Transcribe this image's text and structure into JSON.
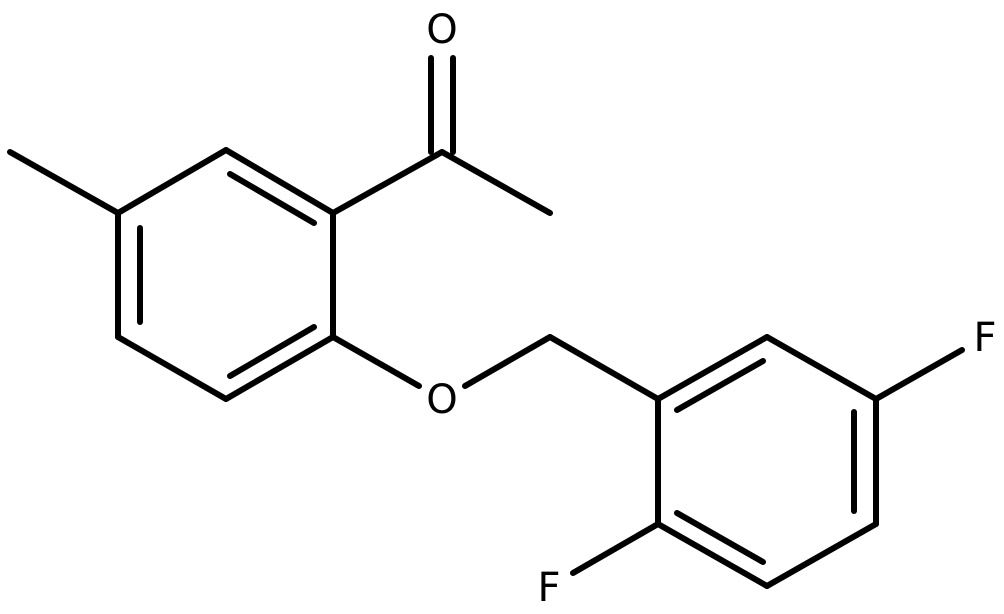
{
  "molecule": {
    "atoms": {
      "oxygen_carbonyl": "O",
      "oxygen_ether": "O",
      "fluorine_right": "F",
      "fluorine_bottom": "F"
    },
    "colors": {
      "bond": "#000000",
      "label": "#000000",
      "background": "#ffffff"
    }
  }
}
